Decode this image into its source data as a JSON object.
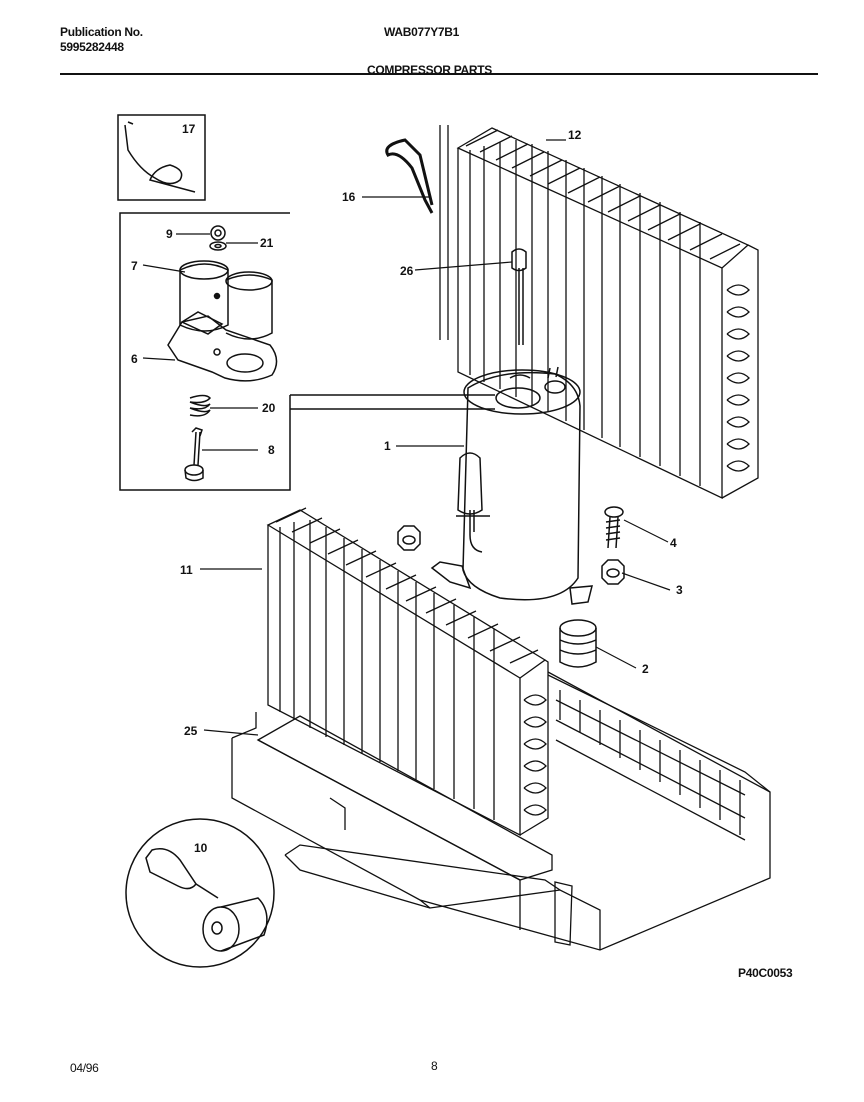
{
  "header": {
    "publication_label": "Publication No.",
    "publication_number": "5995282448",
    "model": "WAB077Y7B1",
    "section_title": "COMPRESSOR PARTS"
  },
  "callouts": {
    "p1": "1",
    "p2": "2",
    "p3": "3",
    "p4": "4",
    "p6": "6",
    "p7": "7",
    "p8": "8",
    "p9": "9",
    "p10": "10",
    "p11": "11",
    "p12": "12",
    "p16": "16",
    "p17": "17",
    "p20": "20",
    "p21": "21",
    "p25": "25",
    "p26": "26"
  },
  "diagram_code": "P40C0053",
  "footer": {
    "date": "04/96",
    "page": "8"
  }
}
